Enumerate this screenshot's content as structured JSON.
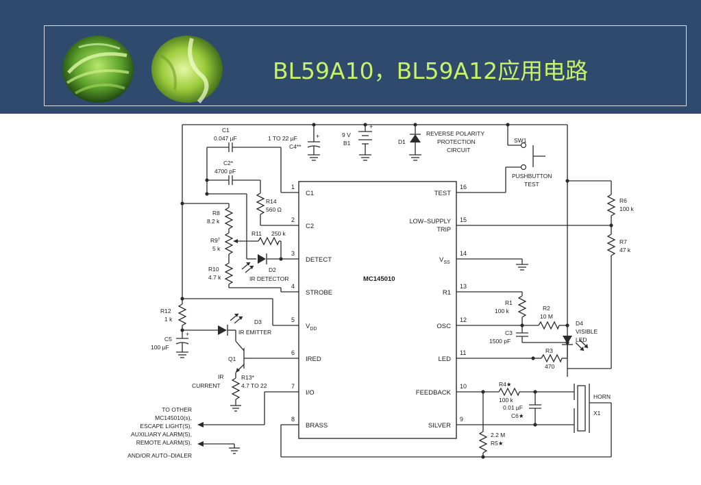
{
  "slide": {
    "title": "BL59A10，BL59A12应用电路",
    "decor_icons": [
      "leaf-photo-icon",
      "leaf-photo-icon"
    ],
    "colors": {
      "banner": "#2f4a6c",
      "title": "#c8f26a",
      "frame": "#d8dde6"
    }
  },
  "diagram": {
    "chip": {
      "name": "MC145010"
    },
    "pins_left": [
      {
        "num": "1",
        "label": "C1"
      },
      {
        "num": "2",
        "label": "C2"
      },
      {
        "num": "3",
        "label": "DETECT"
      },
      {
        "num": "4",
        "label": "STROBE"
      },
      {
        "num": "5",
        "label": "V",
        "sub": "DD"
      },
      {
        "num": "6",
        "label": "IRED"
      },
      {
        "num": "7",
        "label": "I/O"
      },
      {
        "num": "8",
        "label": "BRASS"
      }
    ],
    "pins_right": [
      {
        "num": "16",
        "label": "TEST"
      },
      {
        "num": "15",
        "label": "LOW–SUPPLY",
        "label2": "TRIP"
      },
      {
        "num": "14",
        "label": "V",
        "sub": "SS"
      },
      {
        "num": "13",
        "label": "R1"
      },
      {
        "num": "12",
        "label": "OSC"
      },
      {
        "num": "11",
        "label": "LED"
      },
      {
        "num": "10",
        "label": "FEEDBACK"
      },
      {
        "num": "9",
        "label": "SILVER"
      }
    ],
    "components": {
      "c1": {
        "name": "C1",
        "value": "0.047 µF"
      },
      "c2": {
        "name": "C2*",
        "value": "4700 pF"
      },
      "c4": {
        "value": "1 TO 22 µF",
        "name": "C4**",
        "plus": "+"
      },
      "b1": {
        "value": "9 V",
        "name": "B1",
        "plus": "+"
      },
      "d1": {
        "name": "D1",
        "note1": "REVERSE POLARITY",
        "note2": "PROTECTION",
        "note3": "CIRCUIT"
      },
      "sw1": {
        "name": "SW1",
        "note1": "PUSHBUTTON",
        "note2": "TEST"
      },
      "r14": {
        "name": "R14",
        "value": "560 Ω"
      },
      "r8": {
        "name": "R8",
        "value": "8.2 k"
      },
      "r9": {
        "name": "R9",
        "mark": "†",
        "value": "5 k"
      },
      "r11": {
        "name": "R11",
        "value": "250 k"
      },
      "r10": {
        "name": "R10",
        "value": "4.7 k"
      },
      "d2": {
        "name": "D2",
        "note": "IR DETECTOR"
      },
      "r12": {
        "name": "R12",
        "value": "1 k"
      },
      "c5": {
        "name": "C5",
        "value": "100 µF",
        "plus": "+"
      },
      "d3": {
        "name": "D3",
        "note": "IR EMITTER"
      },
      "q1": {
        "name": "Q1"
      },
      "r13": {
        "name": "R13*",
        "value": "4.7 TO 22",
        "note1": "IR",
        "note2": "CURRENT"
      },
      "r6": {
        "name": "R6",
        "value": "100 k"
      },
      "r7": {
        "name": "R7",
        "value": "47 k"
      },
      "r1": {
        "name": "R1",
        "value": "100 k"
      },
      "r2": {
        "name": "R2",
        "value": "10 M"
      },
      "c3": {
        "name": "C3",
        "value": "1500 pF"
      },
      "d4": {
        "name": "D4",
        "note1": "VISIBLE",
        "note2": "LED"
      },
      "r3": {
        "name": "R3",
        "value": "470"
      },
      "r4": {
        "name": "R4★",
        "value": "100 k"
      },
      "c6": {
        "value": "0.01 µF",
        "name": "C6★"
      },
      "r5": {
        "value": "2.2 M",
        "name": "R5★"
      },
      "horn": {
        "label": "HORN",
        "name": "X1"
      }
    },
    "io_note": [
      "TO OTHER",
      "MC145010(s),",
      "ESCAPE LIGHT(S),",
      "AUXILIARY ALARM(S),",
      "REMOTE ALARM(S),",
      "AND/OR AUTO–DIALER"
    ]
  }
}
